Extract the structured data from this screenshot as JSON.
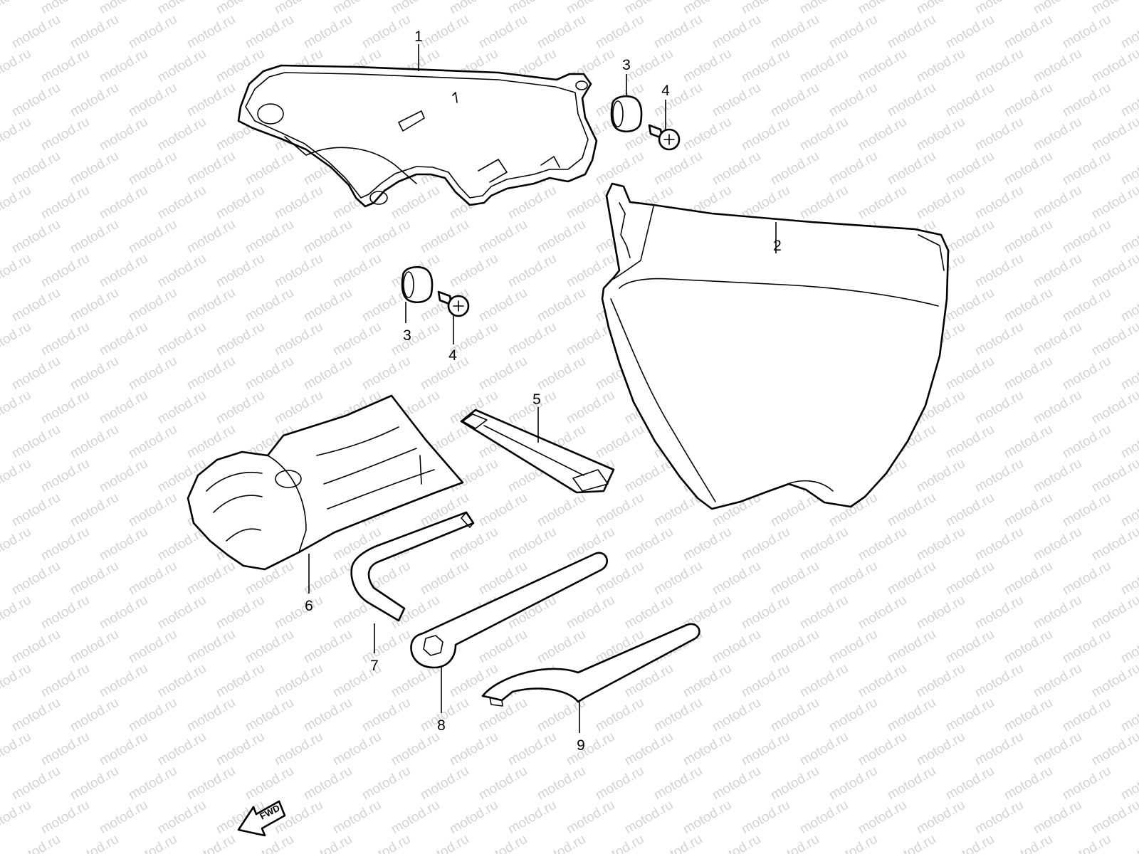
{
  "watermark": {
    "text": "motod.ru",
    "color": "#d2d2d2"
  },
  "callouts": [
    {
      "id": "1",
      "label": "1"
    },
    {
      "id": "2",
      "label": "2"
    },
    {
      "id": "3a",
      "label": "3"
    },
    {
      "id": "3b",
      "label": "3"
    },
    {
      "id": "4a",
      "label": "4"
    },
    {
      "id": "4b",
      "label": "4"
    },
    {
      "id": "5",
      "label": "5"
    },
    {
      "id": "6",
      "label": "6"
    },
    {
      "id": "7",
      "label": "7"
    },
    {
      "id": "8",
      "label": "8"
    },
    {
      "id": "9",
      "label": "9"
    }
  ],
  "direction_arrow": {
    "label": "FWD"
  }
}
